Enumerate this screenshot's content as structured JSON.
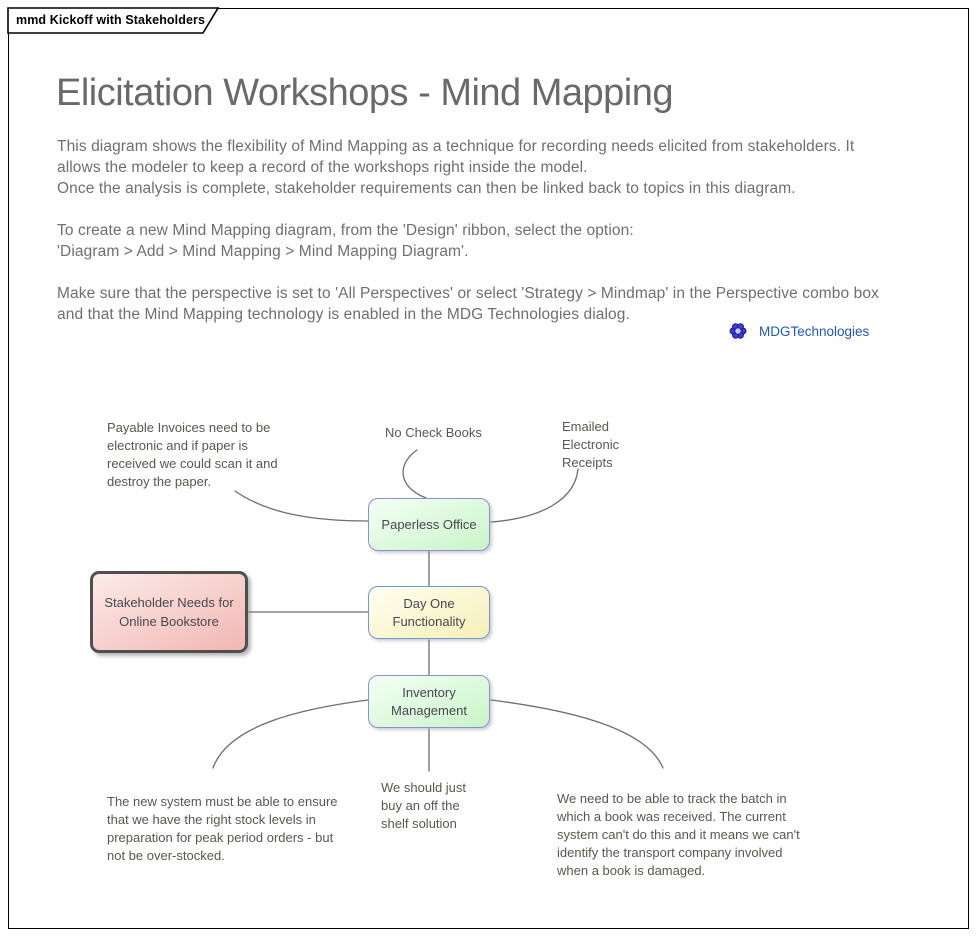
{
  "tab": {
    "label": "mmd Kickoff with Stakeholders"
  },
  "header": {
    "title": "Elicitation Workshops - Mind Mapping"
  },
  "description": {
    "para1": "This diagram shows the flexibility of Mind Mapping as a technique for recording needs elicited from stakeholders.  It\nallows the modeler to keep a record of the workshops right inside the model.\nOnce the analysis is complete, stakeholder requirements can then be linked back to topics in this diagram.",
    "para2": "To create a new Mind Mapping diagram, from the 'Design' ribbon, select the option:\n'Diagram > Add > Mind Mapping > Mind Mapping Diagram'.",
    "para3": "Make sure that the perspective is set to 'All Perspectives' or select 'Strategy > Mindmap' in the Perspective combo box\nand that the Mind Mapping technology is enabled in the MDG Technologies dialog."
  },
  "link": {
    "label": "MDGTechnologies",
    "icon": "gear-icon"
  },
  "mindmap": {
    "central_topic": "Stakeholder Needs for\nOnline Bookstore",
    "topics": {
      "paperless": "Paperless Office",
      "day_one": "Day One\nFunctionality",
      "inventory": "Inventory\nManagement"
    },
    "notes": {
      "payable": "Payable Invoices need to be\nelectronic and if paper is\nreceived we could scan it and\ndestroy the paper.",
      "no_check_books": "No Check Books",
      "emailed_receipts": "Emailed\nElectronic\nReceipts",
      "stock_levels": "The new system must be able to ensure\nthat we have the right stock levels in\npreparation for peak period orders - but\nnot be over-stocked.",
      "off_the_shelf": "We should just\nbuy an off the\nshelf solution",
      "track_batch": "We need to be able to track the batch in\nwhich a book was received. The current\nsystem can't do this and it means we can't\nidentify the transport company involved\nwhen a book is damaged."
    }
  },
  "colors": {
    "frame_border": "#000000",
    "title_text": "#696969",
    "body_text": "#6f6f6f",
    "note_text": "#5b574f",
    "node_text": "#474750",
    "connector": "#6e6e6e",
    "link_text": "#2057c8",
    "topic_fill_top": "#f4fff4",
    "topic_fill_bottom": "#c9f4c9",
    "topic_border": "#8b8fd6",
    "day_fill_top": "#fffef2",
    "day_fill_bottom": "#f6f0b6",
    "day_border": "#6e9ad2",
    "central_fill_top": "#fcebe9",
    "central_fill_bottom": "#f2b7b3",
    "central_border": "#4f4f4f",
    "mdg_icon_fill": "#3c3cdc",
    "mdg_icon_stroke": "#18188c"
  }
}
